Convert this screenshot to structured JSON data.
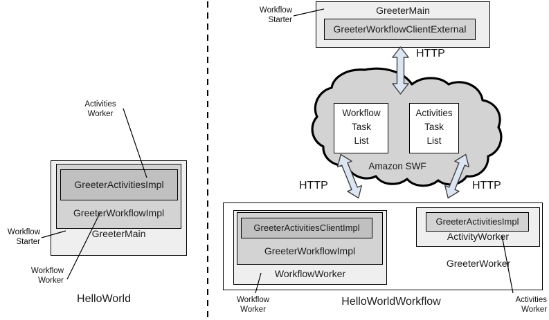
{
  "divider": {
    "style": "vertical-dashed"
  },
  "left_panel": {
    "title": "HelloWorld",
    "outer_box_label": "GreeterMain",
    "middle_box_label": "GreeterWorkflowImpl",
    "inner_box_label": "GreeterActivitiesImpl",
    "annotations": [
      {
        "name": "activities-worker",
        "line1": "Activities",
        "line2": "Worker"
      },
      {
        "name": "workflow-starter",
        "line1": "Workflow",
        "line2": "Starter"
      },
      {
        "name": "workflow-worker",
        "line1": "Workflow",
        "line2": "Worker"
      }
    ]
  },
  "right_panel": {
    "title": "HelloWorldWorkflow",
    "starter": {
      "outer_label": "GreeterMain",
      "inner_label": "GreeterWorkflowClientExternal",
      "annotation_line1": "Workflow",
      "annotation_line2": "Starter"
    },
    "cloud": {
      "label": "Amazon SWF",
      "task_lists": [
        {
          "name": "workflow-task-list",
          "lines": [
            "Workflow",
            "Task",
            "List"
          ]
        },
        {
          "name": "activities-task-list",
          "lines": [
            "Activities",
            "Task",
            "List"
          ]
        }
      ]
    },
    "arrows": [
      {
        "name": "http-arrow-top",
        "label": "HTTP",
        "direction": "bidirectional-vertical"
      },
      {
        "name": "http-arrow-left",
        "label": "HTTP",
        "direction": "bidirectional-diagonal"
      },
      {
        "name": "http-arrow-right",
        "label": "HTTP",
        "direction": "bidirectional-diagonal"
      }
    ],
    "workflow_worker": {
      "outer_label": "WorkflowWorker",
      "middle_label": "GreeterWorkflowImpl",
      "inner_label": "GreeterActivitiesClientImpl",
      "annotation_line1": "Workflow",
      "annotation_line2": "Worker"
    },
    "greeter_worker": {
      "outer_label": "GreeterWorker",
      "activity_worker_label": "ActivityWorker",
      "inner_label": "GreeterActivitiesImpl",
      "annotation_line1": "Activities",
      "annotation_line2": "Worker"
    }
  },
  "colors": {
    "outline": "#000000",
    "fill_light": "#efefef",
    "fill_mid": "#d3d3d3",
    "fill_dark": "#c0c0c0",
    "arrow_fill": "#dce6f2",
    "arrow_stroke": "#3f3f3f",
    "cloud_fill": "#d3d3d3"
  }
}
